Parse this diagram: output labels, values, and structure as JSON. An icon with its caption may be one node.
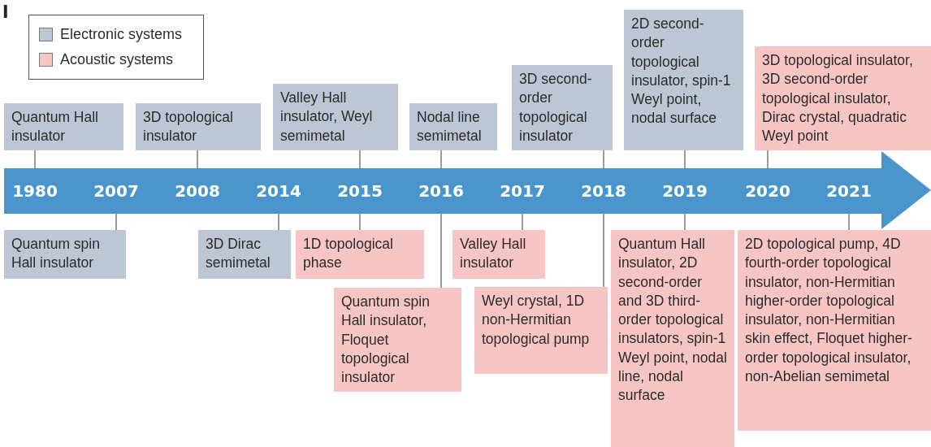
{
  "diagram": {
    "nodes": [
      {
        "text": [
          "Quantum Hall insulator"
        ]
      },
      {
        "text": [
          "3D topological insulator"
        ]
      },
      {
        "text": [
          "Valley Hall insulator, Weyl semimetal"
        ]
      },
      {
        "text": [
          "Nodal line semimetal"
        ]
      },
      {
        "text": [
          "3D second-order topological insulator"
        ]
      },
      {
        "text": [
          "2D second-order topological insulator, spin-1 Weyl point, nodal surface"
        ]
      },
      {
        "text": [
          "3D topological insulator, 3D second-order topological insulator, Dirac crystal, quadratic Weyl point"
        ]
      },
      {
        "text": [],
        "shape": "arrow"
      },
      {
        "text": [
          "1980"
        ],
        "in": 7
      },
      {
        "text": [
          "2007"
        ],
        "in": 7
      },
      {
        "text": [
          "2008"
        ],
        "in": 7
      },
      {
        "text": [
          "2014"
        ],
        "in": 7
      },
      {
        "text": [
          "2015"
        ],
        "in": 7
      },
      {
        "text": [
          "2016"
        ],
        "in": 7
      },
      {
        "text": [
          "2017"
        ],
        "in": 7
      },
      {
        "text": [
          "2018"
        ],
        "in": 7
      },
      {
        "text": [
          "2019"
        ],
        "in": 7
      },
      {
        "text": [
          "2020"
        ],
        "in": 7
      },
      {
        "text": [
          "2021"
        ],
        "in": 7
      },
      {
        "text": [
          "Quantum spin Hall insulator"
        ]
      },
      {
        "text": [
          "3D Dirac semimetal"
        ]
      },
      {
        "text": [
          "1D topological phase"
        ]
      },
      {
        "text": [
          "Quantum spin Hall insulator, Floquet topological insulator"
        ]
      },
      {
        "text": [
          "Valley Hall insulator"
        ]
      },
      {
        "text": [
          "Weyl crystal, 1D non-Hermitian topological pump"
        ]
      },
      {
        "text": [
          "Quantum Hall insulator, 2D second-order and 3D third-order topological insulators, spin-1 Weyl point, nodal line, nodal surface"
        ]
      },
      {
        "text": [
          "2D topological pump, 4D fourth-order topological insulator, non-Hermitian higher-order topological insulator, non-Hermitian skin effect, Floquet higher-order topological insulator, non-Abelian semimetal"
        ]
      }
    ],
    "edges": [
      {
        "from": 0,
        "to": 8,
        "arrow": "none"
      },
      {
        "from": 1,
        "to": 10,
        "arrow": "none"
      },
      {
        "from": 2,
        "to": 12,
        "arrow": "none"
      },
      {
        "from": 3,
        "to": 13,
        "arrow": "none"
      },
      {
        "from": 4,
        "to": 15,
        "arrow": "none"
      },
      {
        "from": 5,
        "to": 16,
        "arrow": "none"
      },
      {
        "from": 6,
        "to": 17,
        "arrow": "none"
      },
      {
        "from": 19,
        "to": 9,
        "arrow": "none"
      },
      {
        "from": 20,
        "to": 11,
        "arrow": "none"
      },
      {
        "from": 21,
        "to": 12,
        "arrow": "none"
      },
      {
        "from": 22,
        "to": 13,
        "arrow": "none"
      },
      {
        "from": 23,
        "to": 14,
        "arrow": "none"
      },
      {
        "from": 24,
        "to": 15,
        "arrow": "none"
      },
      {
        "from": 25,
        "to": 16,
        "arrow": "none"
      },
      {
        "from": 26,
        "to": 18,
        "arrow": "none"
      }
    ],
    "labels": [
      "l"
    ],
    "legend": [
      {
        "text": "Electronic systems",
        "color": "#bcc6d4"
      },
      {
        "text": "Acoustic systems",
        "color": "#f7c6c4"
      }
    ]
  }
}
